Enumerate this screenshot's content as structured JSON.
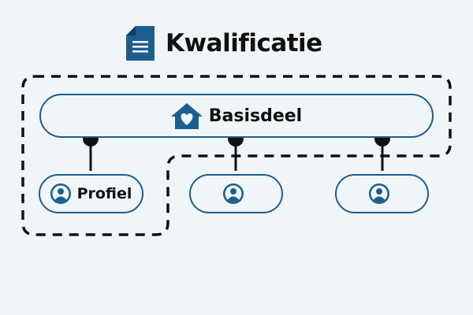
{
  "header": {
    "title": "Kwalificatie",
    "icon": "document-icon"
  },
  "base": {
    "label": "Basisdeel",
    "icon": "house-heart-icon"
  },
  "profiles": [
    {
      "label": "Profiel",
      "icon": "user-icon"
    },
    {
      "label": "",
      "icon": "user-icon"
    },
    {
      "label": "",
      "icon": "user-icon"
    }
  ],
  "colors": {
    "accent": "#1c5e8e",
    "background": "#f0f5f8",
    "text": "#111111"
  }
}
